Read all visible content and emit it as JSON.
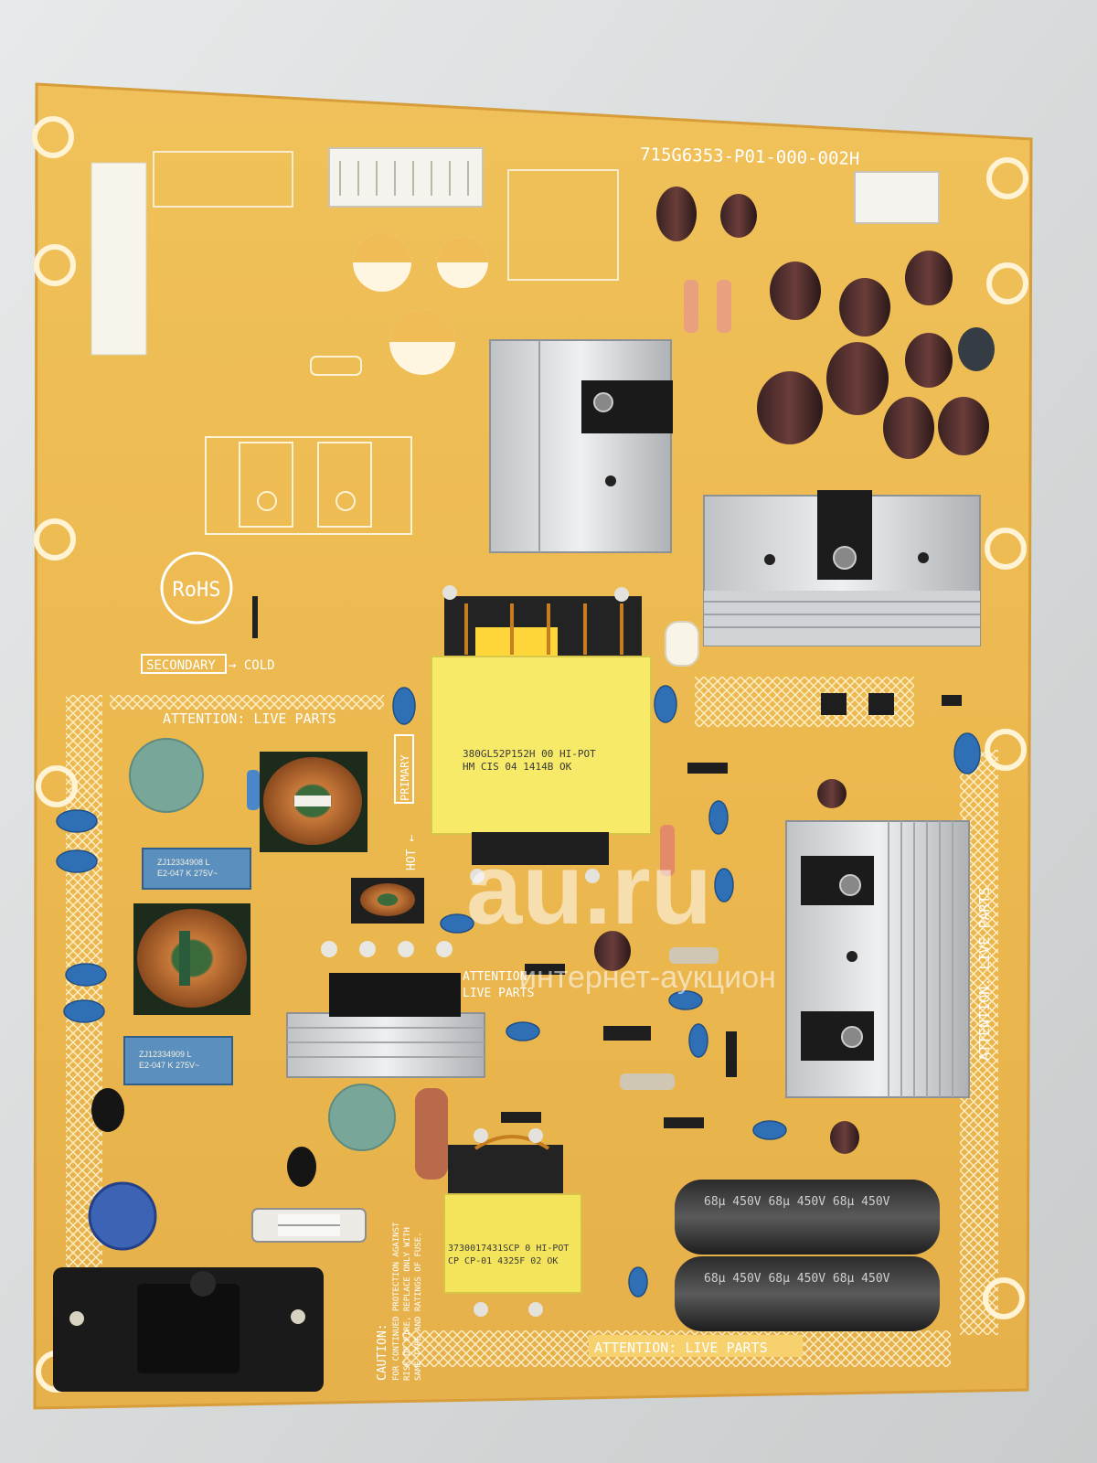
{
  "board": {
    "part_number": "715G6353-P01-000-002H",
    "rohs": "RoHS",
    "secondary_label": "SECONDARY",
    "cold_label": "→ COLD",
    "hot_label": "HOT ←",
    "primary_label": "PRIMARY",
    "attention_top": "ATTENTION: LIVE PARTS",
    "attention_right": "ATTENTION: LIVE PARTS",
    "attention_bottom": "ATTENTION: LIVE PARTS",
    "attention_mid_1": "ATTENTION",
    "attention_mid_2": "LIVE PARTS",
    "caution_title": "CAUTION:",
    "caution_lines": [
      "FOR CONTINUED PROTECTION AGAINST",
      "RISK OF FIRE, REPLACE ONLY WITH",
      "SAME TYPE AND RATINGS OF FUSE."
    ]
  },
  "transformers": {
    "main_line1": "380GL52P152H    00   HI-POT",
    "main_line2": "HM   CIS 04    1414B    OK",
    "small_line1": "3730017431SCP  0 HI-POT",
    "small_line2": "CP CP-01 4325F 02    OK"
  },
  "filter_caps": {
    "cap1": "ZJ12334908  L",
    "cap1b": "E2-047 K 275V~",
    "cap2": "ZJ12334909  L",
    "cap2b": "E2-047 K 275V~"
  },
  "bulk_caps": {
    "rating": "68μ 450V  68μ 450V  68μ 450V"
  },
  "watermark": {
    "logo": "au.ru",
    "tagline": "интернет-аукцион"
  }
}
